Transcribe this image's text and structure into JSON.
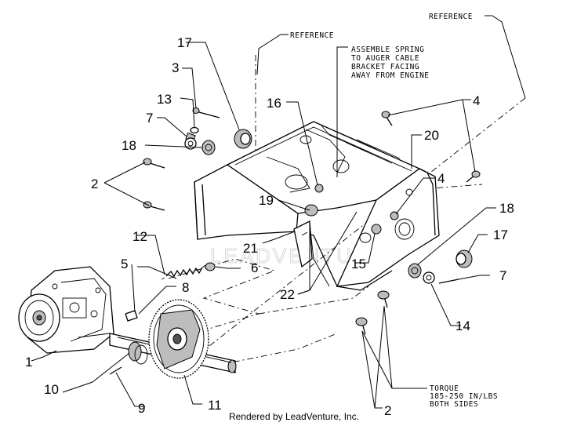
{
  "callouts": {
    "c1": "1",
    "c2a": "2",
    "c2b": "2",
    "c3": "3",
    "c4a": "4",
    "c4b": "4",
    "c5": "5",
    "c6": "6",
    "c7a": "7",
    "c7b": "7",
    "c8": "8",
    "c9": "9",
    "c10": "10",
    "c11": "11",
    "c12": "12",
    "c13": "13",
    "c14": "14",
    "c15": "15",
    "c16": "16",
    "c17a": "17",
    "c17b": "17",
    "c18a": "18",
    "c18b": "18",
    "c19": "19",
    "c20": "20",
    "c21": "21",
    "c22": "22"
  },
  "notes": {
    "reference_left": "REFERENCE",
    "reference_right": "REFERENCE",
    "assemble_line1": "ASSEMBLE SPRING",
    "assemble_line2": "TO AUGER CABLE",
    "assemble_line3": "BRACKET FACING",
    "assemble_line4": "AWAY FROM ENGINE",
    "torque_line1": "TORQUE",
    "torque_line2": "185-250 IN/LBS",
    "torque_line3": "BOTH SIDES"
  },
  "watermark": "LEADVENTURE",
  "footer": "Rendered by LeadVenture, Inc."
}
